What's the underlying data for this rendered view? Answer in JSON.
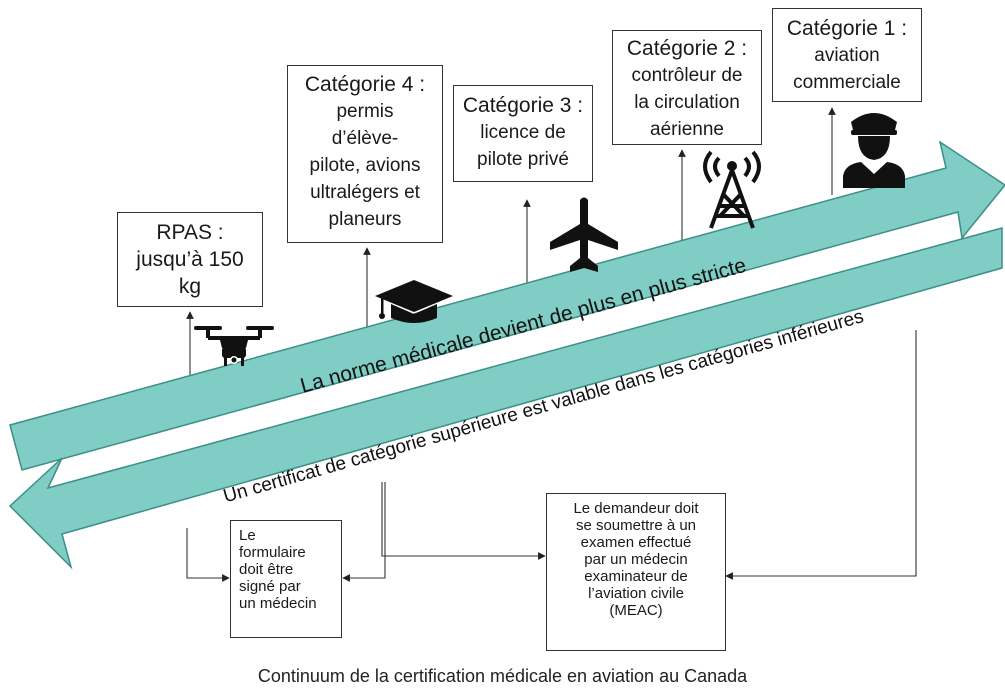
{
  "categories": {
    "rpas": {
      "title": "RPAS :",
      "lines": [
        "jusqu’à 150",
        "kg"
      ]
    },
    "cat4": {
      "title": "Catégorie 4 :",
      "lines": [
        "permis",
        "d’élève-",
        "pilote, avions",
        "ultralégers et",
        "planeurs"
      ]
    },
    "cat3": {
      "title": "Catégorie 3 :",
      "lines": [
        "licence de",
        "pilote privé"
      ]
    },
    "cat2": {
      "title": "Catégorie 2 :",
      "lines": [
        "contrôleur de",
        "la circulation",
        "aérienne"
      ]
    },
    "cat1": {
      "title": "Catégorie 1 :",
      "lines": [
        "aviation",
        "commerciale"
      ]
    }
  },
  "arrows": {
    "upper": "La norme médicale devient de plus en plus stricte",
    "lower": "Un certificat de catégorie supérieure est valable dans les catégories inférieures"
  },
  "outcomes": {
    "form": [
      "Le",
      "formulaire",
      "doit être",
      "signé par",
      "un médecin"
    ],
    "exam": [
      "Le demandeur doit",
      "se soumettre à un",
      "examen effectué",
      "par un médecin",
      "examinateur de",
      "l’aviation civile",
      "(MEAC)"
    ]
  },
  "icons": [
    "drone-icon",
    "graduation-cap-icon",
    "airplane-icon",
    "radio-tower-icon",
    "pilot-icon"
  ],
  "colors": {
    "arrow_fill": "#7fcdc4",
    "arrow_stroke": "#3a8f87",
    "line": "#333333"
  },
  "caption": "Continuum de la certification médicale en aviation au Canada"
}
